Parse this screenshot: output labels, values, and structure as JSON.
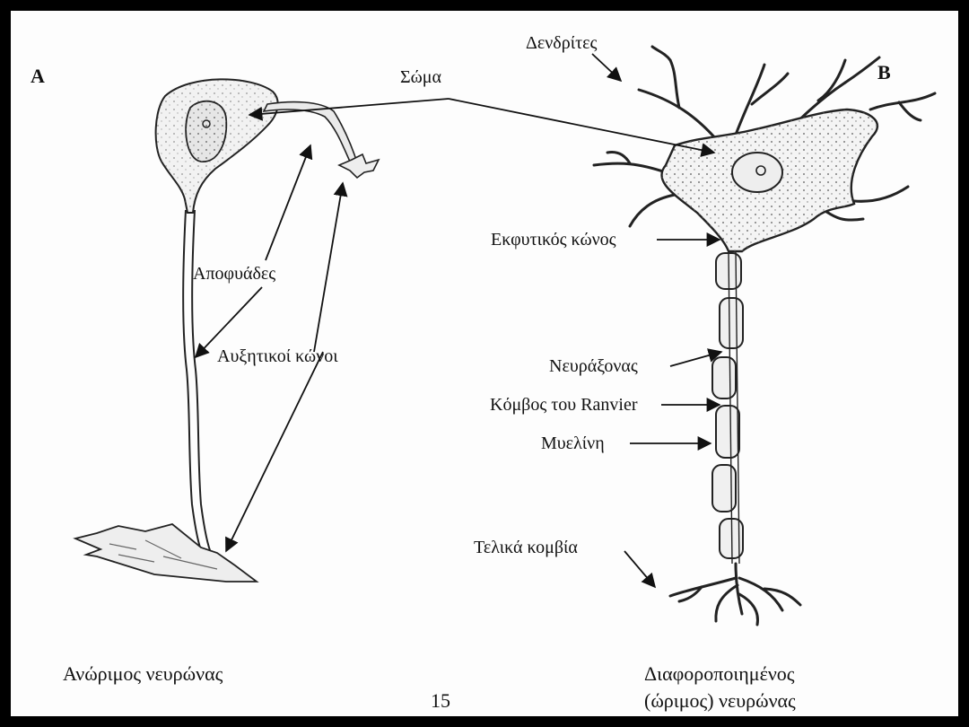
{
  "panel_a": {
    "letter": "A",
    "caption": "Ανώριμος νευρώνας",
    "labels": {
      "soma": "Σώμα",
      "processes": "Αποφυάδες",
      "growth_cones": "Αυξητικοί κώνοι"
    }
  },
  "panel_b": {
    "letter": "B",
    "caption_line1": "Διαφοροποιημένος",
    "caption_line2": "(ώριμος) νευρώνας",
    "labels": {
      "dendrites": "Δενδρίτες",
      "axon_hillock": "Εκφυτικός κώνος",
      "axon": "Νευράξονας",
      "node_of_ranvier": "Κόμβος του Ranvier",
      "myelin": "Μυελίνη",
      "terminal_buttons": "Τελικά κομβία"
    }
  },
  "page_number": "15",
  "colors": {
    "frame": "#000000",
    "background": "#fdfdfd",
    "ink": "#111111"
  }
}
